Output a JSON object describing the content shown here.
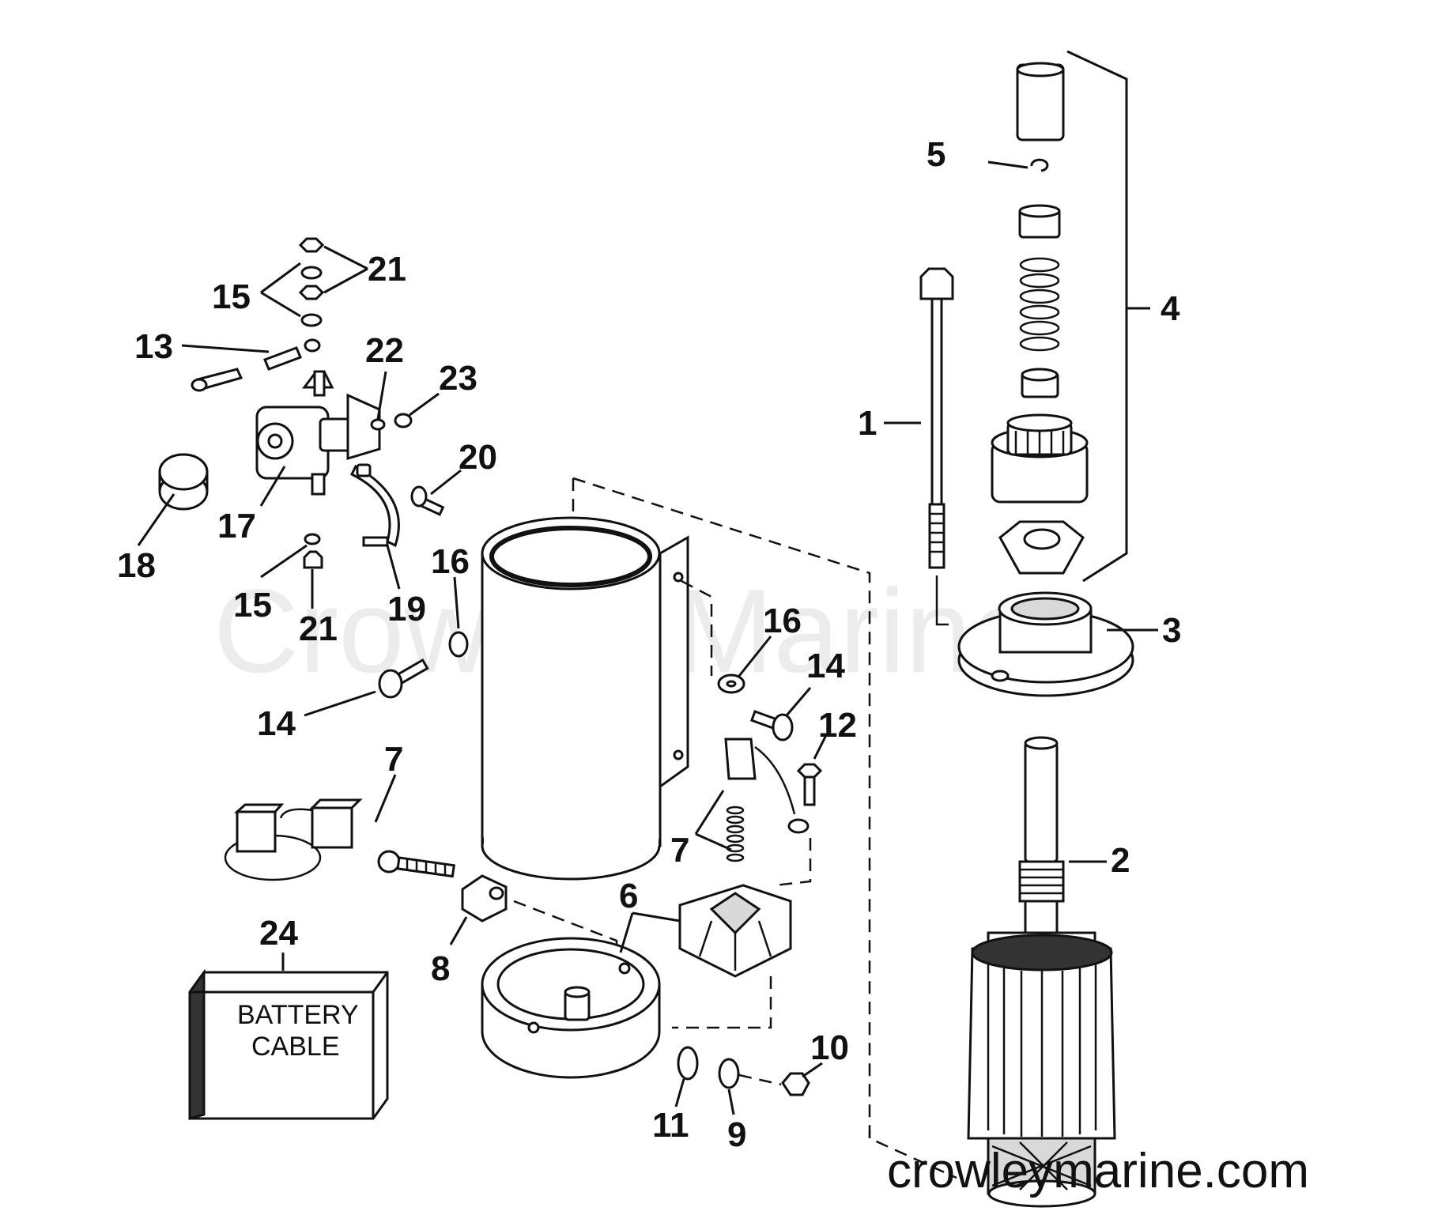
{
  "diagram": {
    "watermark": "Crowley Marine",
    "website": "crowleymarine.com",
    "battery_cable_line1": "BATTERY",
    "battery_cable_line2": "CABLE",
    "callouts": {
      "c1": "1",
      "c2": "2",
      "c3": "3",
      "c4": "4",
      "c5": "5",
      "c6": "6",
      "c7a": "7",
      "c7b": "7",
      "c8": "8",
      "c9": "9",
      "c10": "10",
      "c11": "11",
      "c12": "12",
      "c13": "13",
      "c14a": "14",
      "c14b": "14",
      "c15a": "15",
      "c15b": "15",
      "c16a": "16",
      "c16b": "16",
      "c17": "17",
      "c18": "18",
      "c19": "19",
      "c20": "20",
      "c21a": "21",
      "c21b": "21",
      "c22": "22",
      "c23": "23",
      "c24": "24"
    }
  }
}
